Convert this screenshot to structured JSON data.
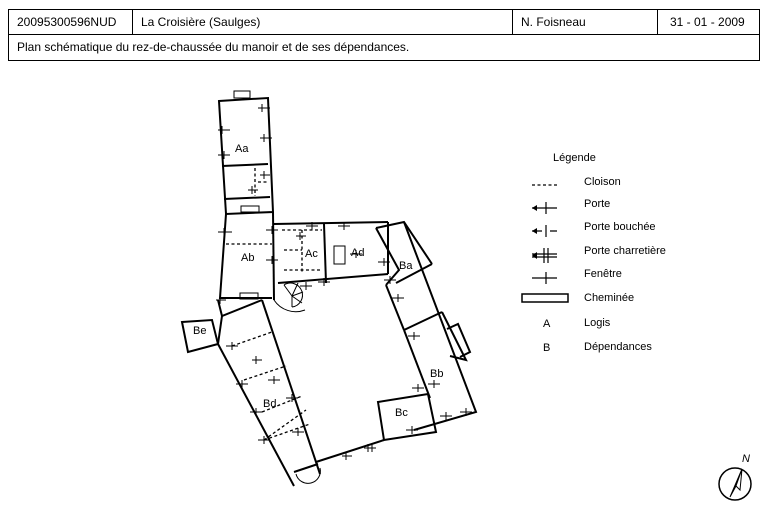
{
  "header": {
    "reference": "20095300596NUD",
    "site": "La Croisière (Saulges)",
    "author": "N. Foisneau",
    "date": "31 - 01 - 2009",
    "caption": "Plan schématique du rez-de-chaussée du manoir et de ses dépendances."
  },
  "rooms": {
    "aa": "Aa",
    "ab": "Ab",
    "ac": "Ac",
    "ad": "Ad",
    "ba": "Ba",
    "bb": "Bb",
    "bc": "Bc",
    "bd": "Bd",
    "be": "Be"
  },
  "legend": {
    "title": "Légende",
    "cloison": "Cloison",
    "porte": "Porte",
    "porte_bouchee": "Porte bouchée",
    "porte_charretiere": "Porte charretière",
    "fenetre": "Fenêtre",
    "cheminee": "Cheminée",
    "logis_key": "A",
    "logis": "Logis",
    "dependances_key": "B",
    "dependances": "Dépendances"
  },
  "compass": {
    "label": "N"
  }
}
